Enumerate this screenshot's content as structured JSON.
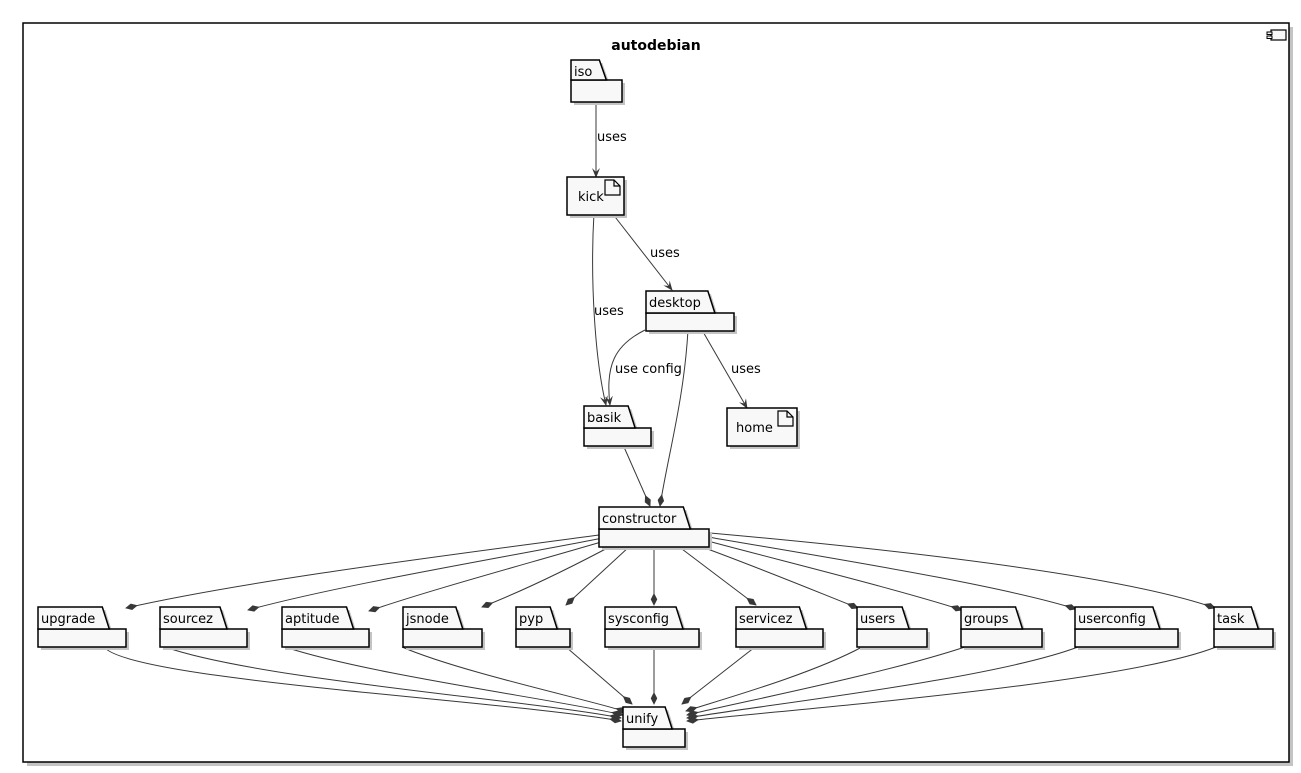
{
  "component": {
    "title": "autodebian",
    "icon": "component-icon"
  },
  "nodes": {
    "iso": "iso",
    "kick": "kick",
    "desktop": "desktop",
    "basik": "basik",
    "home": "home",
    "constructor": "constructor",
    "upgrade": "upgrade",
    "sourcez": "sourcez",
    "aptitude": "aptitude",
    "jsnode": "jsnode",
    "pyp": "pyp",
    "sysconfig": "sysconfig",
    "servicez": "servicez",
    "users": "users",
    "groups": "groups",
    "userconfig": "userconfig",
    "task": "task",
    "unify": "unify"
  },
  "edge_labels": {
    "iso_kick": "uses",
    "kick_desktop": "uses",
    "kick_basik": "uses",
    "desktop_basik": "use config",
    "desktop_home": "uses"
  }
}
